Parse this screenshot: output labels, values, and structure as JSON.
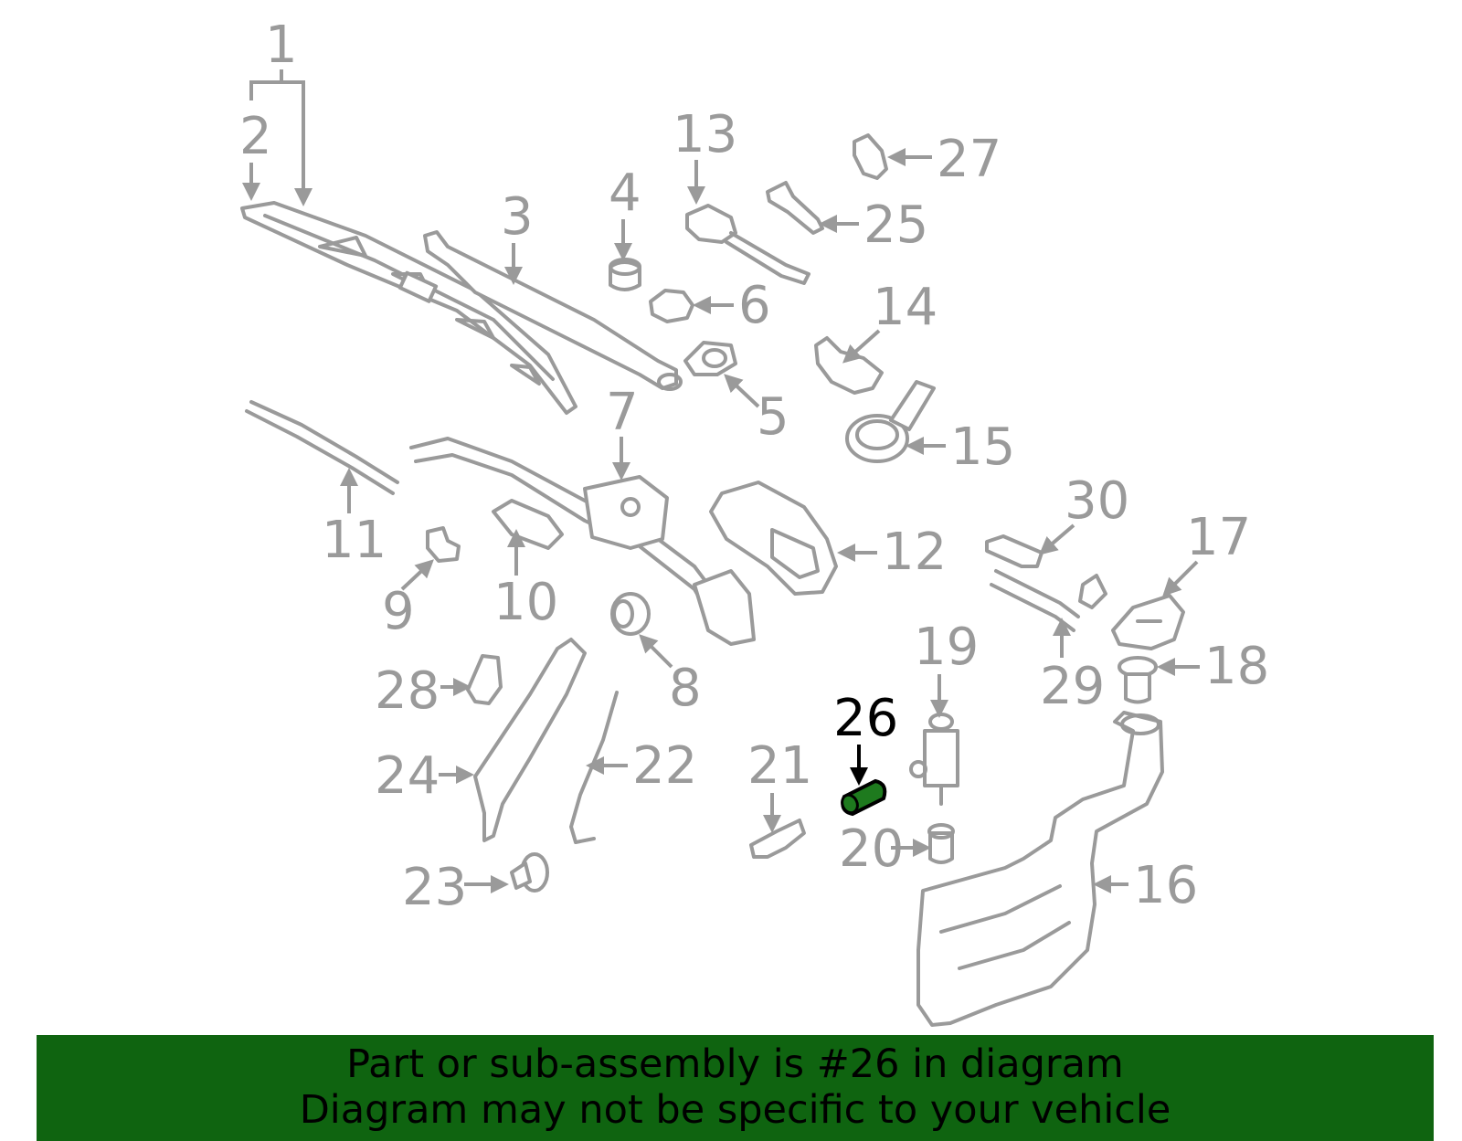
{
  "diagram": {
    "highlighted_part": "26",
    "highlight_color": "#1e7a1e",
    "banner_color": "#0f6410",
    "callouts": [
      "1",
      "2",
      "3",
      "4",
      "5",
      "6",
      "7",
      "8",
      "9",
      "10",
      "11",
      "12",
      "13",
      "14",
      "15",
      "16",
      "17",
      "18",
      "19",
      "20",
      "21",
      "22",
      "23",
      "24",
      "25",
      "26",
      "27",
      "28",
      "29",
      "30"
    ]
  },
  "banner": {
    "line1": "Part or sub-assembly is #26 in diagram",
    "line2": "Diagram may not be specific to your vehicle"
  }
}
